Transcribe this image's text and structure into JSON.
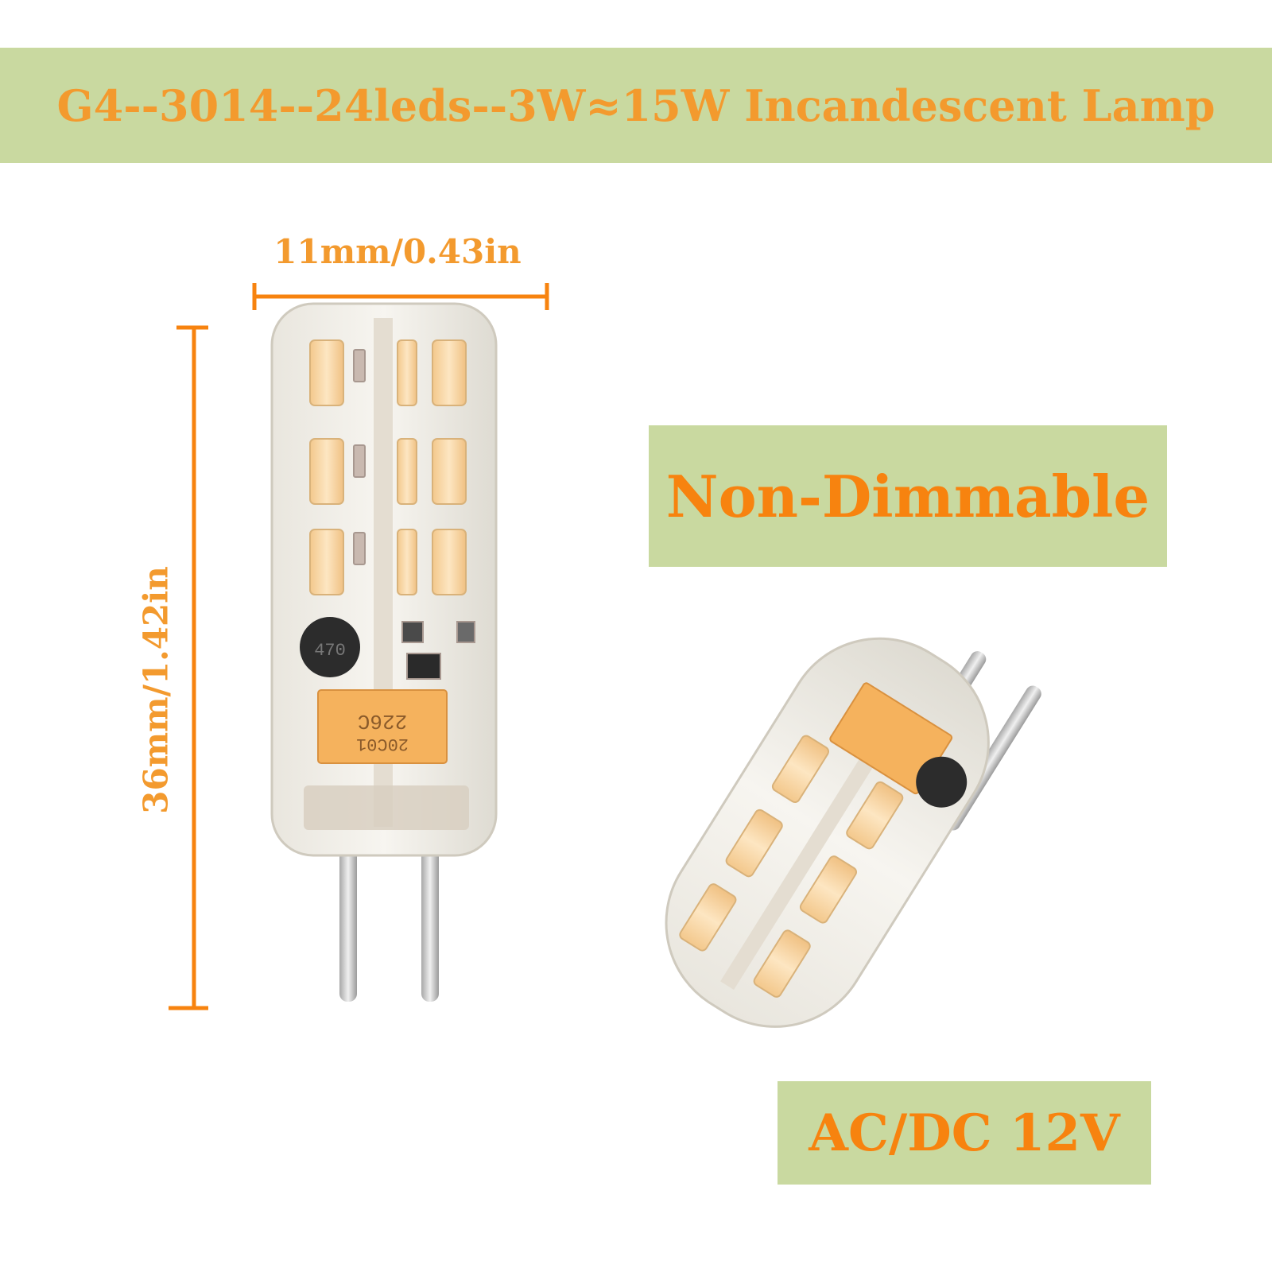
{
  "banner": {
    "title": "G4--3014--24leds--3W≈15W Incandescent Lamp"
  },
  "dimensions": {
    "width": "11mm/0.43in",
    "height": "36mm/1.42in"
  },
  "features": {
    "dimmable": "Non-Dimmable",
    "voltage": "AC/DC 12V"
  },
  "components": {
    "capacitor_code": "226C",
    "capacitor_batch": "20C01",
    "inductor_code": "470"
  },
  "colors": {
    "banner_bg": "#c9d9a0",
    "text_orange": "#f39a2e",
    "dimension_line": "#f7830f"
  }
}
